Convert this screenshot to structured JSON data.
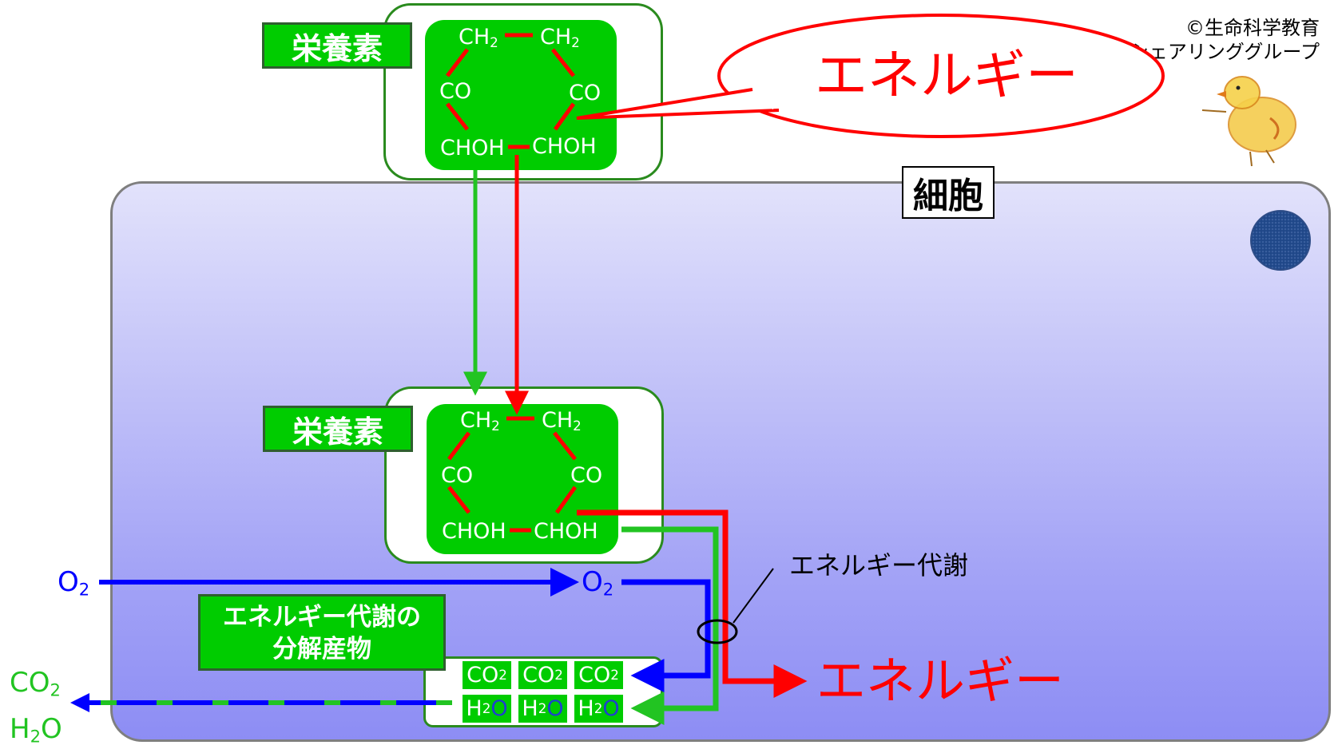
{
  "cell": {
    "label": "細胞"
  },
  "copyright": {
    "line1": "©生命科学教育",
    "line2": "シェアリンググループ"
  },
  "nutrient_top": {
    "tag": "栄養素",
    "molecule": {
      "top_left": "CH2",
      "top_right": "CH2",
      "mid_left": "CO",
      "mid_right": "CO",
      "bot_left": "CHOH",
      "bot_right": "CHOH"
    }
  },
  "nutrient_inner": {
    "tag": "栄養素",
    "molecule": {
      "top_left": "CH2",
      "top_right": "CH2",
      "mid_left": "CO",
      "mid_right": "CO",
      "bot_left": "CHOH",
      "bot_right": "CHOH"
    }
  },
  "energy_bubble": {
    "text": "エネルギー"
  },
  "energy_output": {
    "text": "エネルギー"
  },
  "metabolism_label": {
    "text": "エネルギー代謝"
  },
  "byproducts": {
    "tag_line1": "エネルギー代謝の",
    "tag_line2": "分解産物",
    "co2_chips": [
      "CO2",
      "CO2",
      "CO2"
    ],
    "h2o_chips": [
      "H2O",
      "H2O",
      "H2O"
    ]
  },
  "oxygen": {
    "outside": "O2",
    "inside": "O2"
  },
  "exhaust": {
    "co2": "CO2",
    "h2o": "H2O"
  },
  "colors": {
    "energy_red": "#ff0000",
    "nutrient_green": "#00cc00",
    "oxygen_blue": "#0000ff",
    "cell_fill": "#a3a3f6"
  }
}
